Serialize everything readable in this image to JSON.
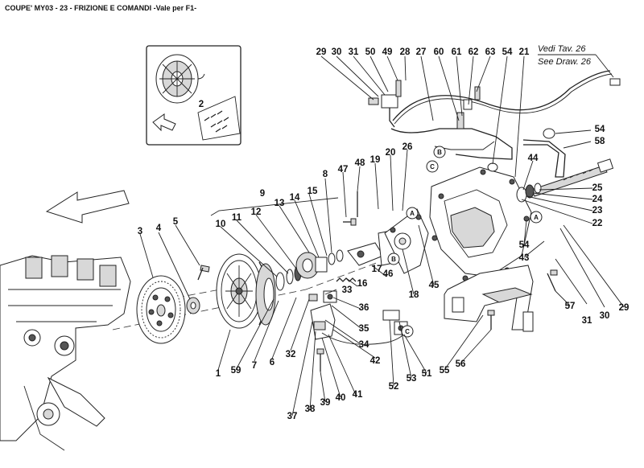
{
  "header": {
    "title": "COUPE' MY03 - 23 - FRIZIONE E COMANDI -Vale per F1-"
  },
  "reference": {
    "line1": "Vedi Tav. 26",
    "line2": "See Draw. 26"
  },
  "circle_tags": {
    "b": "B",
    "c": "C",
    "a": "A"
  },
  "callouts": {
    "c1": "1",
    "c2": "2",
    "c3": "3",
    "c4": "4",
    "c5": "5",
    "c6": "6",
    "c7": "7",
    "c8": "8",
    "c9": "9",
    "c10": "10",
    "c11": "11",
    "c12": "12",
    "c13": "13",
    "c14": "14",
    "c15": "15",
    "c16": "16",
    "c17": "17",
    "c18": "18",
    "c19": "19",
    "c20": "20",
    "c21": "21",
    "c22": "22",
    "c23": "23",
    "c24": "24",
    "c25": "25",
    "c26": "26",
    "c27": "27",
    "c28": "28",
    "c29": "29",
    "c30": "30",
    "c31": "31",
    "c32": "32",
    "c33": "33",
    "c34": "34",
    "c35": "35",
    "c36": "36",
    "c37": "37",
    "c38": "38",
    "c39": "39",
    "c40": "40",
    "c41": "41",
    "c42": "42",
    "c43": "43",
    "c44": "44",
    "c45": "45",
    "c46": "46",
    "c47": "47",
    "c48": "48",
    "c49": "49",
    "c50": "50",
    "c51": "51",
    "c52": "52",
    "c53": "53",
    "c54": "54",
    "c55": "55",
    "c56": "56",
    "c57": "57",
    "c58": "58",
    "c59": "59",
    "c60": "60",
    "c61": "61",
    "c62": "62",
    "c63": "63"
  }
}
